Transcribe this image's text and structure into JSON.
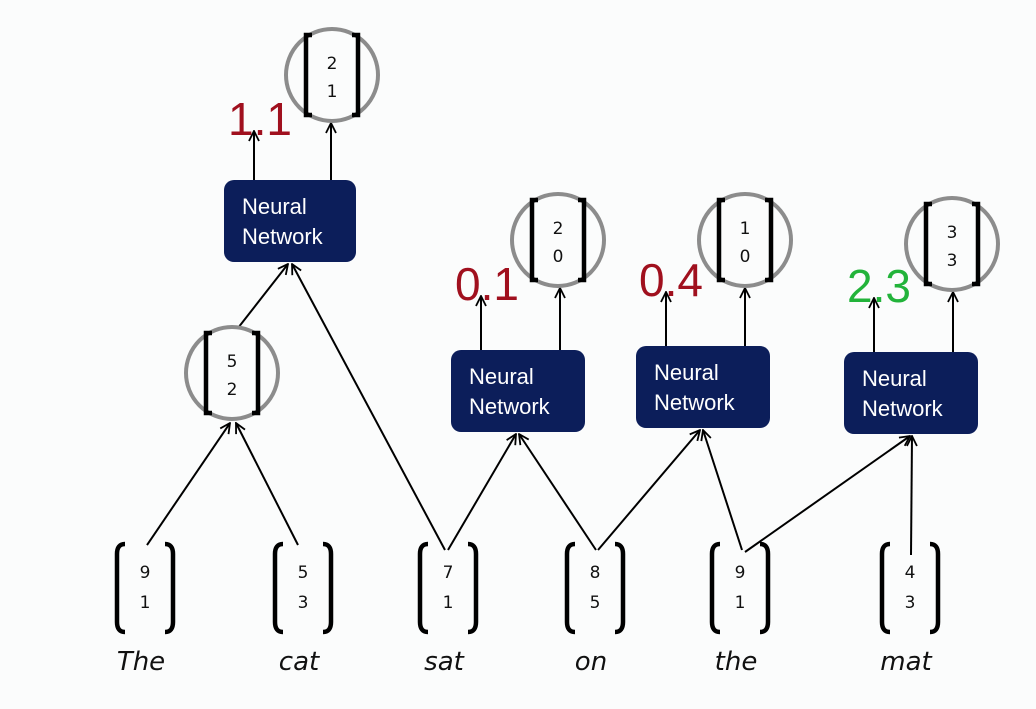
{
  "colors": {
    "node_fill": "#0c1e5a",
    "score_bad": "#a0101e",
    "score_good": "#22b33a",
    "circle": "#8c8c8c"
  },
  "words": [
    {
      "text": "The",
      "vec": [
        "9",
        "1"
      ]
    },
    {
      "text": "cat",
      "vec": [
        "5",
        "3"
      ]
    },
    {
      "text": "sat",
      "vec": [
        "7",
        "1"
      ]
    },
    {
      "text": "on",
      "vec": [
        "8",
        "5"
      ]
    },
    {
      "text": "the",
      "vec": [
        "9",
        "1"
      ]
    },
    {
      "text": "mat",
      "vec": [
        "4",
        "3"
      ]
    }
  ],
  "network_label": [
    "Neural",
    "Network"
  ],
  "intermediate": {
    "vec": [
      "5",
      "2"
    ]
  },
  "networks": [
    {
      "id": "nn1",
      "score": "1.1",
      "score_kind": "bad",
      "output": [
        "2",
        "1"
      ],
      "inputs": [
        "intermediate",
        "sat"
      ]
    },
    {
      "id": "nn2",
      "score": "0.1",
      "score_kind": "bad",
      "output": [
        "2",
        "0"
      ],
      "inputs": [
        "sat",
        "on"
      ]
    },
    {
      "id": "nn3",
      "score": "0.4",
      "score_kind": "bad",
      "output": [
        "1",
        "0"
      ],
      "inputs": [
        "on",
        "the"
      ]
    },
    {
      "id": "nn4",
      "score": "2.3",
      "score_kind": "good",
      "output": [
        "3",
        "3"
      ],
      "inputs": [
        "the",
        "mat"
      ]
    }
  ]
}
